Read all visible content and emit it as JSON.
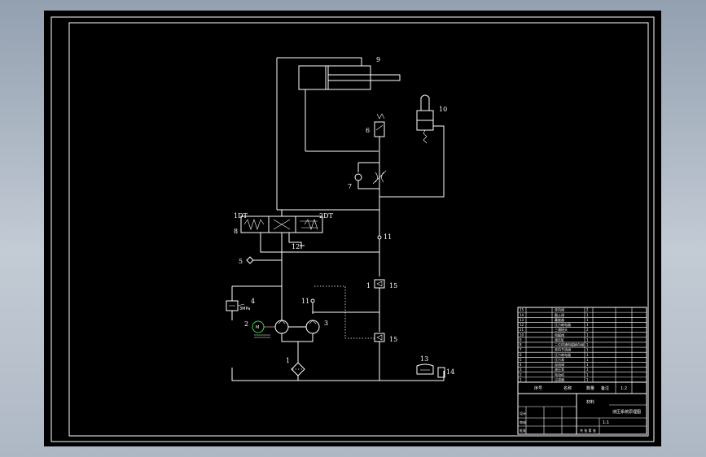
{
  "labels": {
    "cylinder": "9",
    "solenoid_valve": "10",
    "pressure_switch": "6",
    "throttle_valve": "7",
    "left_solenoid": "1DT",
    "right_solenoid": "2DT",
    "directional_valve": "8",
    "junction_upper": "11",
    "junction_mid": "11",
    "port_12": "12",
    "gauge": "5",
    "relief_valve": "4",
    "relief_setting": "3MPa",
    "motor": "2",
    "pump": "3",
    "filter": "1",
    "check_valve_a_prefix": "1",
    "check_valve_a": "15",
    "check_valve_b": "15",
    "accumulator": "13",
    "tank_valve": "14"
  },
  "title_block": {
    "parts_list": [
      {
        "no": "15",
        "name": "单向阀",
        "qty": "2"
      },
      {
        "no": "14",
        "name": "截止阀",
        "qty": "1"
      },
      {
        "no": "13",
        "name": "蓄能器",
        "qty": "1"
      },
      {
        "no": "12",
        "name": "压力继电器",
        "qty": "1"
      },
      {
        "no": "11",
        "name": "三通接头",
        "qty": "2"
      },
      {
        "no": "10",
        "name": "电磁阀",
        "qty": "1"
      },
      {
        "no": "9",
        "name": "液压缸",
        "qty": "1"
      },
      {
        "no": "8",
        "name": "三位四通电磁换向阀",
        "qty": "1"
      },
      {
        "no": "7",
        "name": "单向节流阀",
        "qty": "1"
      },
      {
        "no": "6",
        "name": "压力继电器",
        "qty": "1"
      },
      {
        "no": "5",
        "name": "压力表",
        "qty": "1"
      },
      {
        "no": "4",
        "name": "溢流阀",
        "qty": "1"
      },
      {
        "no": "3",
        "name": "液压泵",
        "qty": "1"
      },
      {
        "no": "2",
        "name": "电动机",
        "qty": "1"
      },
      {
        "no": "1",
        "name": "过滤器",
        "qty": "1"
      }
    ],
    "header": [
      "序号",
      "名称",
      "数量",
      "备注"
    ],
    "material": "材料",
    "scale_label": "比例",
    "scale": "1:1",
    "drawing_title": "液压系统原理图",
    "sheet_label": "共 张 第 张",
    "designer": "设计",
    "checker": "审核",
    "approver": "批准",
    "page_no": "1:2"
  }
}
